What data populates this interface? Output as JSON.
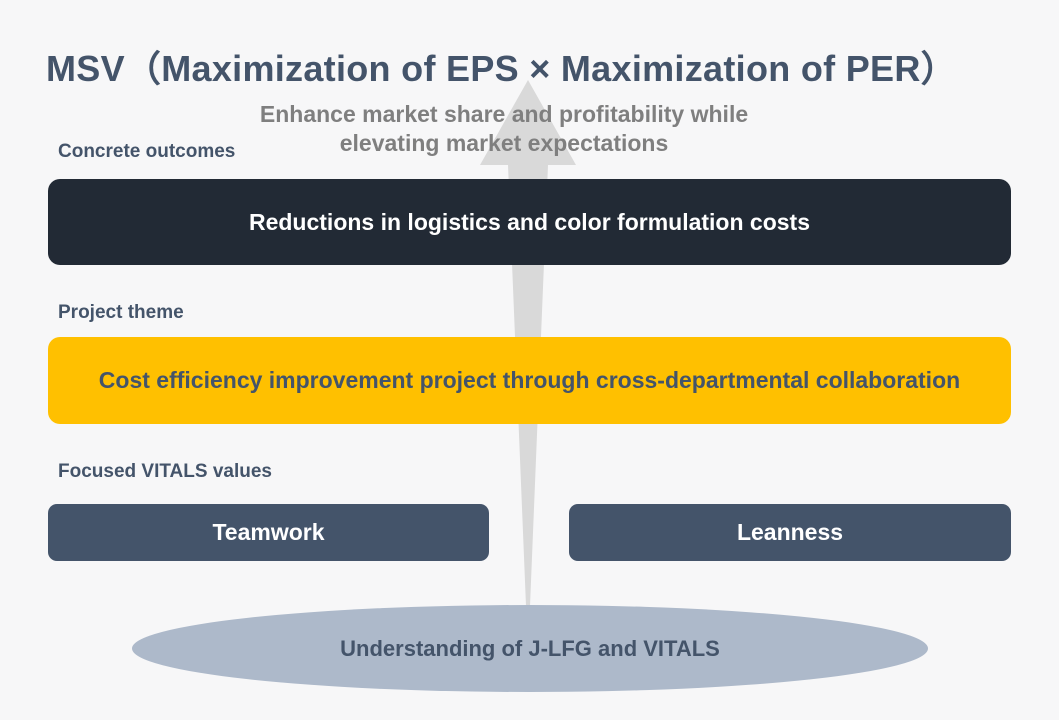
{
  "title": "MSV（Maximization of EPS × Maximization of PER）",
  "subtitle": {
    "line1": "Enhance market share and profitability while",
    "line2": "elevating market expectations"
  },
  "sections": {
    "concrete_outcomes": {
      "label": "Concrete outcomes",
      "box_text": "Reductions in logistics and color formulation costs"
    },
    "project_theme": {
      "label": "Project theme",
      "box_text": "Cost efficiency improvement project through cross-departmental collaboration"
    },
    "focused_values": {
      "label": "Focused VITALS values",
      "items": [
        "Teamwork",
        "Leanness"
      ]
    }
  },
  "foundation": "Understanding of J-LFG and VITALS",
  "colors": {
    "background": "#f7f7f8",
    "title_text": "#44546a",
    "subtitle_text": "#7f7f7f",
    "outcome_box": "#222a35",
    "theme_box": "#ffc000",
    "value_box": "#44546a",
    "foundation_ellipse": "#adb9ca",
    "arrow": "#d9d9d9"
  }
}
